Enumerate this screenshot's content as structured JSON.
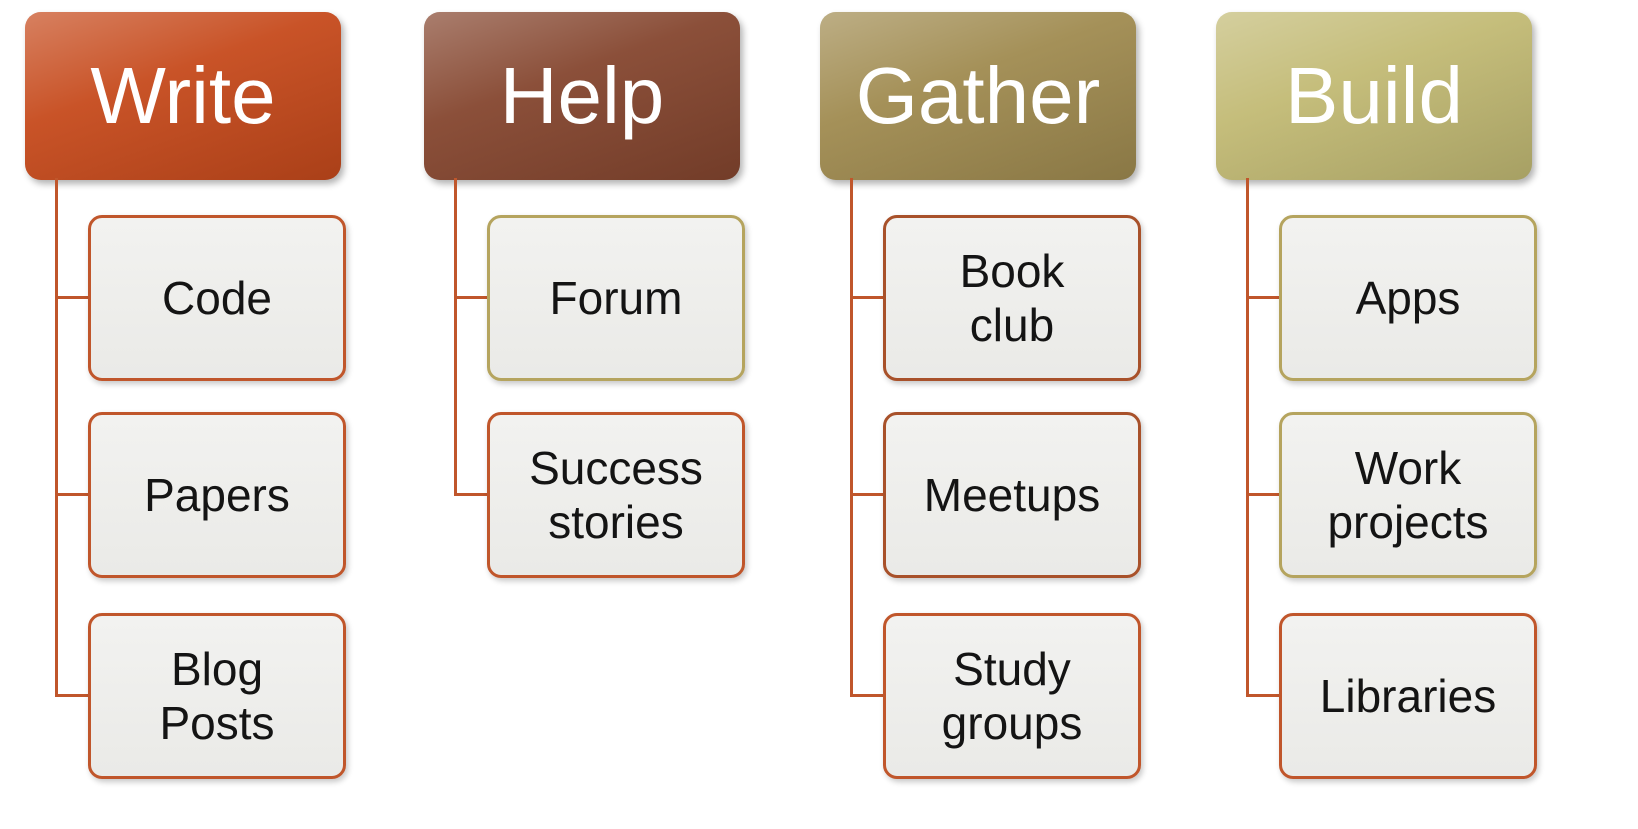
{
  "diagram": {
    "connector_color": "#C0562B",
    "columns": [
      {
        "header": {
          "label": "Write",
          "fill": "#C64A1C"
        },
        "children": [
          {
            "label": "Code",
            "border_color": "#C0562B"
          },
          {
            "label": "Papers",
            "border_color": "#C0562B"
          },
          {
            "label": "Blog\nPosts",
            "border_color": "#C0562B"
          }
        ]
      },
      {
        "header": {
          "label": "Help",
          "fill": "#85462F"
        },
        "children": [
          {
            "label": "Forum",
            "border_color": "#B5A45E"
          },
          {
            "label": "Success\nstories",
            "border_color": "#C0562B"
          }
        ]
      },
      {
        "header": {
          "label": "Gather",
          "fill": "#A08B50"
        },
        "children": [
          {
            "label": "Book\nclub",
            "border_color": "#A8512A"
          },
          {
            "label": "Meetups",
            "border_color": "#A8512A"
          },
          {
            "label": "Study\ngroups",
            "border_color": "#C0562B"
          }
        ]
      },
      {
        "header": {
          "label": "Build",
          "fill": "#C2BA74"
        },
        "children": [
          {
            "label": "Apps",
            "border_color": "#B5A45E"
          },
          {
            "label": "Work\nprojects",
            "border_color": "#B5A45E"
          },
          {
            "label": "Libraries",
            "border_color": "#C0562B"
          }
        ]
      }
    ]
  }
}
